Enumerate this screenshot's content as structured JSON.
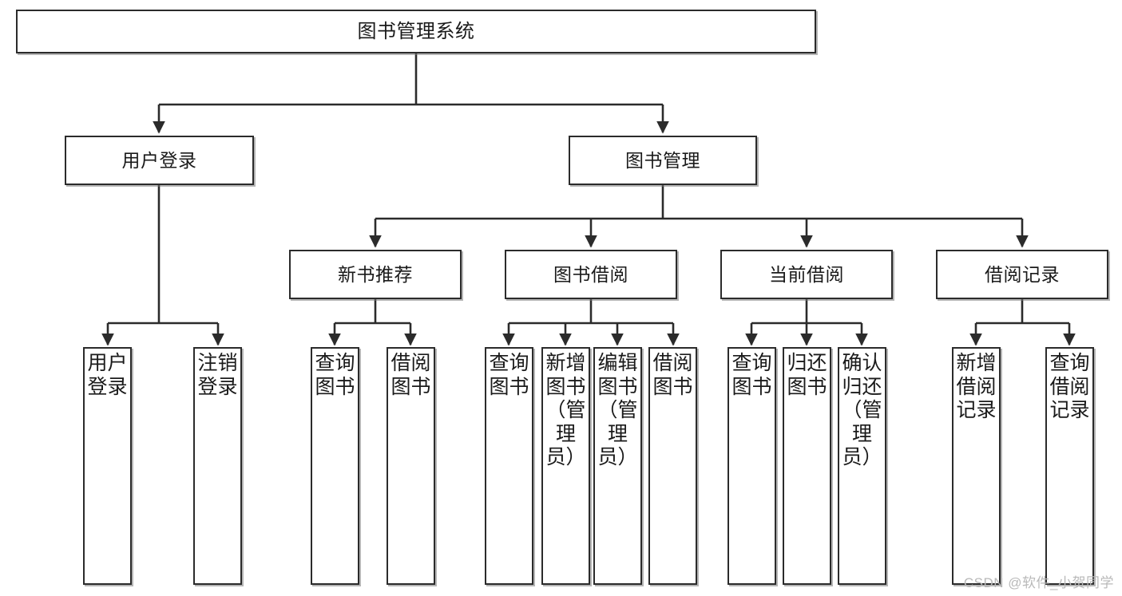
{
  "diagram": {
    "title": "图书管理系统",
    "type": "tree-hierarchy",
    "watermark": "CSDN @软件_小贺同学",
    "colors": {
      "box_border": "#2b2b2b",
      "box_fill": "#ffffff",
      "connector": "#2b2b2b",
      "text": "#1a1a1a",
      "watermark": "#b9b9b9"
    }
  },
  "root": {
    "label": "图书管理系统"
  },
  "level2": [
    {
      "label": "用户登录"
    },
    {
      "label": "图书管理"
    }
  ],
  "level3": [
    {
      "label": "新书推荐"
    },
    {
      "label": "图书借阅"
    },
    {
      "label": "当前借阅"
    },
    {
      "label": "借阅记录"
    }
  ],
  "leaves": {
    "user_login": [
      {
        "label": "用户登录"
      },
      {
        "label": "注销登录"
      }
    ],
    "new_book_recommend": [
      {
        "label": "查询图书"
      },
      {
        "label": "借阅图书"
      }
    ],
    "book_borrow": [
      {
        "label": "查询图书"
      },
      {
        "label": "新增图书（管理员）"
      },
      {
        "label": "编辑图书（管理员）"
      },
      {
        "label": "借阅图书"
      }
    ],
    "current_borrow": [
      {
        "label": "查询图书"
      },
      {
        "label": "归还图书"
      },
      {
        "label": "确认归还（管理员）"
      }
    ],
    "borrow_record": [
      {
        "label": "新增借阅记录"
      },
      {
        "label": "查询借阅记录"
      }
    ]
  }
}
